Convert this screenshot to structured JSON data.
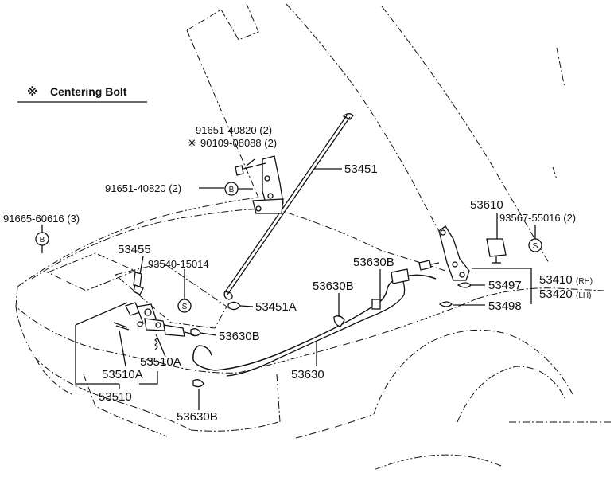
{
  "legend": {
    "symbol": "※",
    "text": "Centering Bolt"
  },
  "markers": {
    "b": "B",
    "s": "S"
  },
  "labels": {
    "p9165140820_top": "91651-40820 (2)",
    "p9010908088": "90109-08088 (2)",
    "p9165140820_mid": "91651-40820 (2)",
    "p9166560616": "91665-60616 (3)",
    "p53451": "53451",
    "p53455": "53455",
    "p9354015014": "93540-15014",
    "p53451a": "53451A",
    "p53630b_a": "53630B",
    "p53630b_b": "53630B",
    "p53630b_c": "53630B",
    "p53630b_d": "53630B",
    "p53630": "53630",
    "p53510a_a": "53510A",
    "p53510a_b": "53510A",
    "p53510": "53510",
    "p53610": "53610",
    "p9356755016": "93567-55016 (2)",
    "p53497": "53497",
    "p53498": "53498",
    "p53410": "53410",
    "p53410_side": "(RH)",
    "p53420": "53420",
    "p53420_side": "(LH)"
  }
}
